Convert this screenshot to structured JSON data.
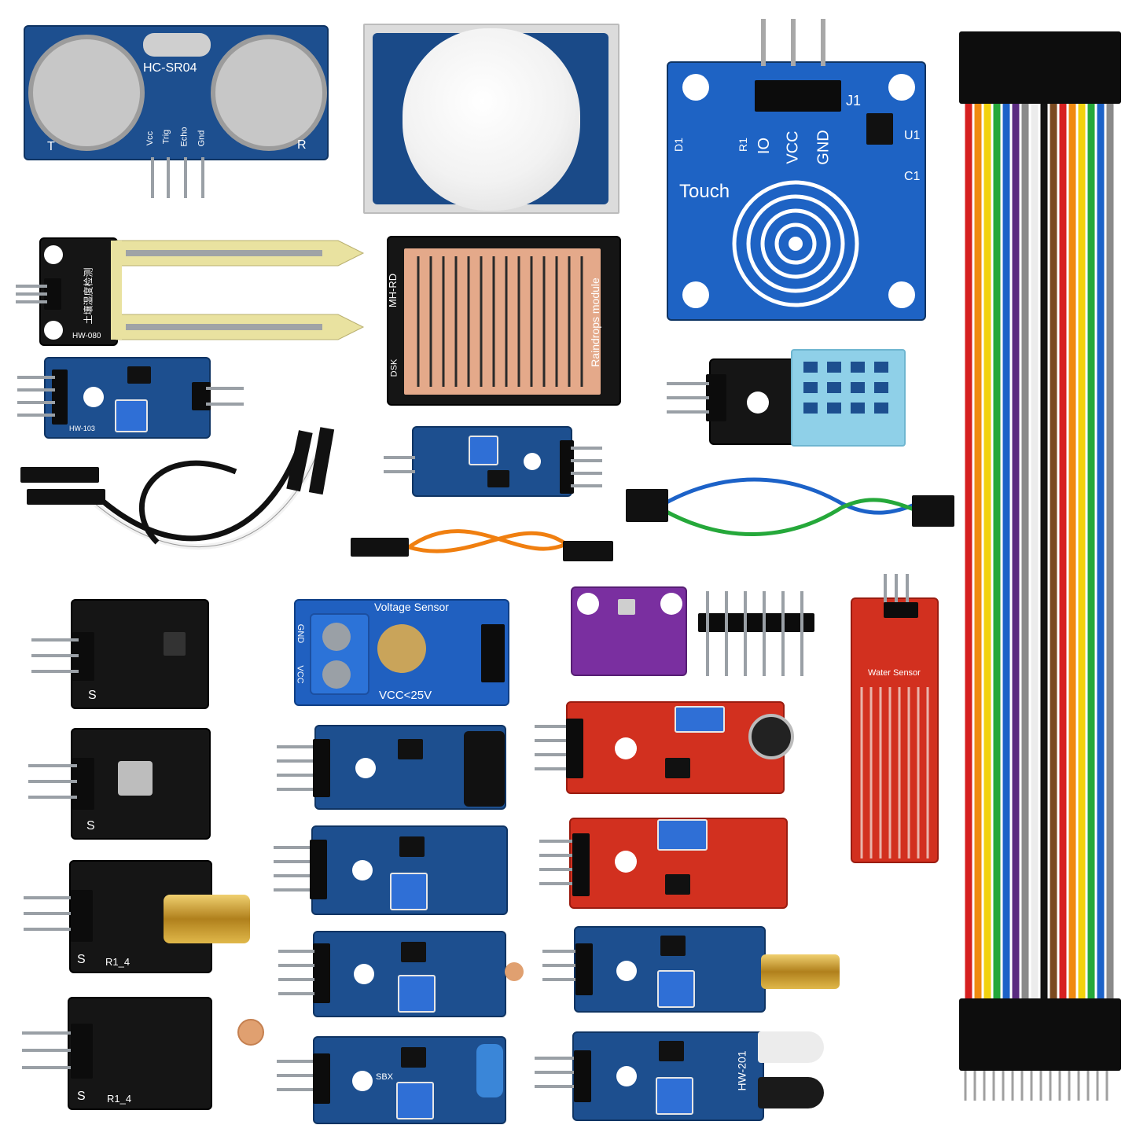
{
  "image": {
    "description_labels": {
      "ultrasonic": {
        "name": "HC-SR04",
        "pins": [
          "Vcc",
          "Trig",
          "Echo",
          "Gnd"
        ],
        "t": "T",
        "r": "R"
      },
      "touch": {
        "label": "Touch",
        "pins": [
          "IO",
          "VCC",
          "GND"
        ],
        "j1": "J1",
        "u1": "U1",
        "c1": "C1",
        "d1": "D1",
        "r1": "R1"
      },
      "raindrops": {
        "side": "Raindrops module",
        "mh": "MH-RD",
        "dsk": "DSK"
      },
      "soil": {
        "cn": "土壤湿度检测",
        "code": "HW-080"
      },
      "voltage": {
        "title": "Voltage Sensor",
        "limit": "VCC<25V",
        "gnd": "GND",
        "vcc": "VCC"
      },
      "water": {
        "title": "Water Sensor"
      },
      "hw201": {
        "code": "HW-201"
      },
      "hw103": {
        "code": "HW-103"
      },
      "tilt": {
        "code": "SBX"
      },
      "s_pin": "S",
      "r1_4": "R1_4"
    }
  }
}
